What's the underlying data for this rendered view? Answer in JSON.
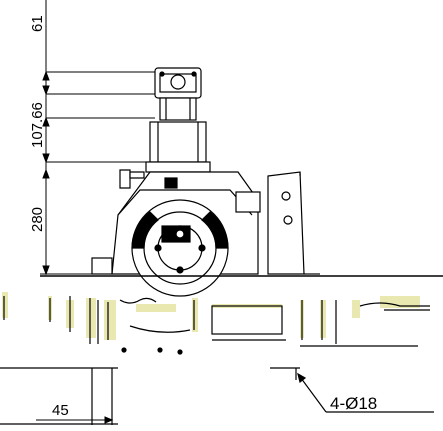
{
  "drawing": {
    "dimensions": {
      "top": "61",
      "mid": "107.66",
      "height": "280",
      "base": "45",
      "holes": "4-Ø18"
    },
    "colors": {
      "ink": "#000000",
      "paper": "#ffffff",
      "hatch": "#e8e8b0"
    }
  }
}
